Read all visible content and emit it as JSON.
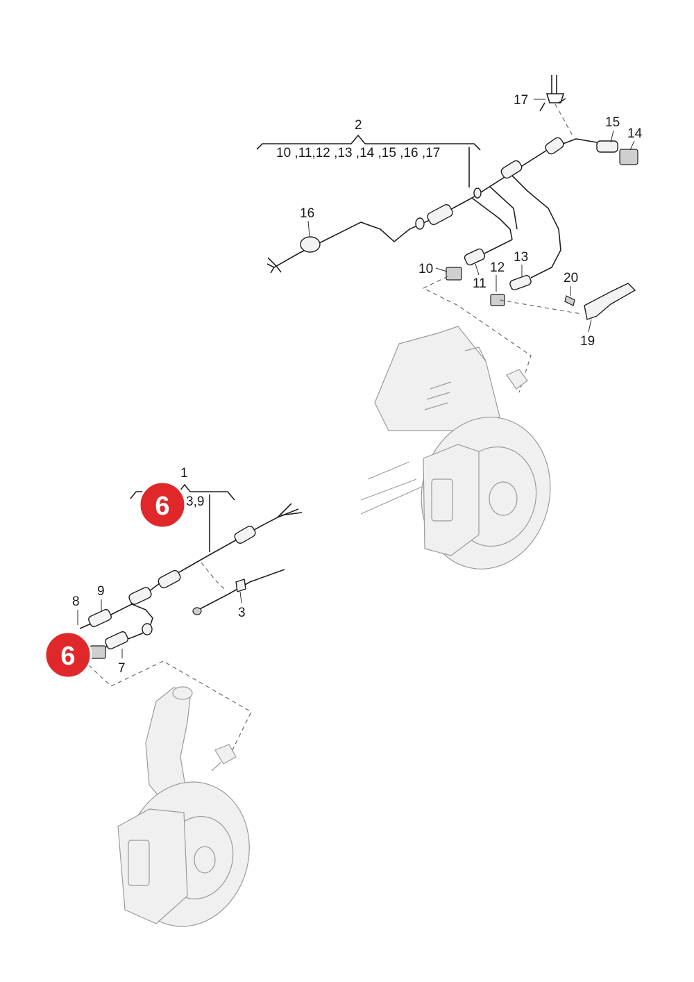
{
  "diagram": {
    "group_labels": {
      "upper": {
        "number": "2",
        "items": "10 ,11,12 ,13 ,14 ,15 ,16 ,17"
      },
      "lower": {
        "number": "1",
        "items": "3,9"
      }
    },
    "callouts": {
      "p3": "3",
      "p7": "7",
      "p8": "8",
      "p9": "9",
      "p10": "10",
      "p11": "11",
      "p12": "12",
      "p13": "13",
      "p14": "14",
      "p15": "15",
      "p16": "16",
      "p17": "17",
      "p19": "19",
      "p20": "20"
    },
    "badges": {
      "top": "6",
      "bottom": "6"
    },
    "colors": {
      "badge": "#e0282a",
      "ink": "#1e1e1e",
      "ghost": "#9a9a9a"
    }
  }
}
